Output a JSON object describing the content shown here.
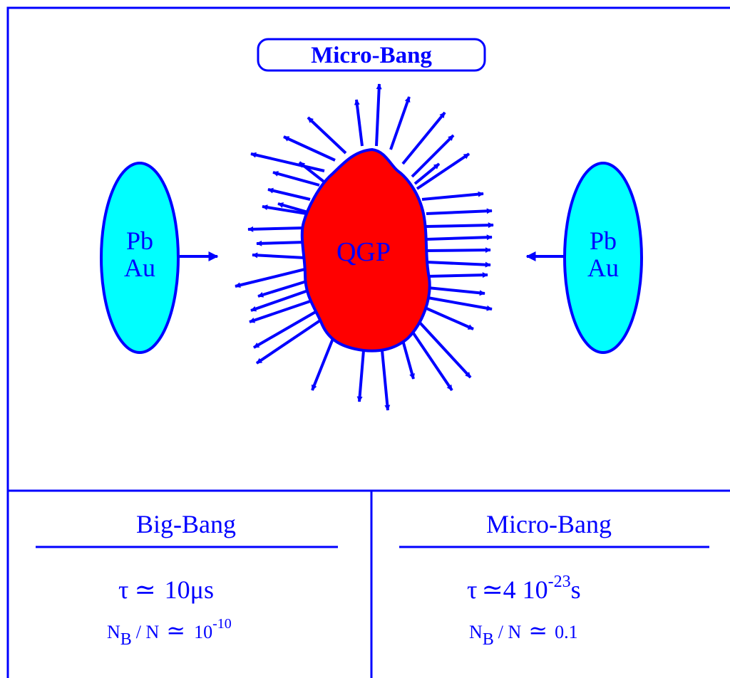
{
  "colors": {
    "line": "#0000ff",
    "qgp_fill": "#ff0000",
    "nucleus_fill": "#00ffff",
    "background": "#ffffff"
  },
  "diagram": {
    "title": "Micro-Bang",
    "center_label": "QGP",
    "left_nucleus": {
      "line1": "Pb",
      "line2": "Au"
    },
    "right_nucleus": {
      "line1": "Pb",
      "line2": "Au"
    }
  },
  "table": {
    "left": {
      "header": "Big-Bang",
      "tau_symbol": "τ",
      "tau_relation": "≃",
      "tau_value": "10μs",
      "ratio_N": "N",
      "ratio_sub": "B",
      "ratio_rest": "/ N",
      "ratio_relation": "≃",
      "ratio_base": "10",
      "ratio_exp": "-10"
    },
    "right": {
      "header": "Micro-Bang",
      "tau_symbol": "τ",
      "tau_relation": "≃",
      "tau_base": "4 10",
      "tau_exp": "-23",
      "tau_unit": "s",
      "ratio_N": "N",
      "ratio_sub": "B",
      "ratio_rest": "/ N",
      "ratio_relation": "≃",
      "ratio_value": "0.1"
    }
  }
}
